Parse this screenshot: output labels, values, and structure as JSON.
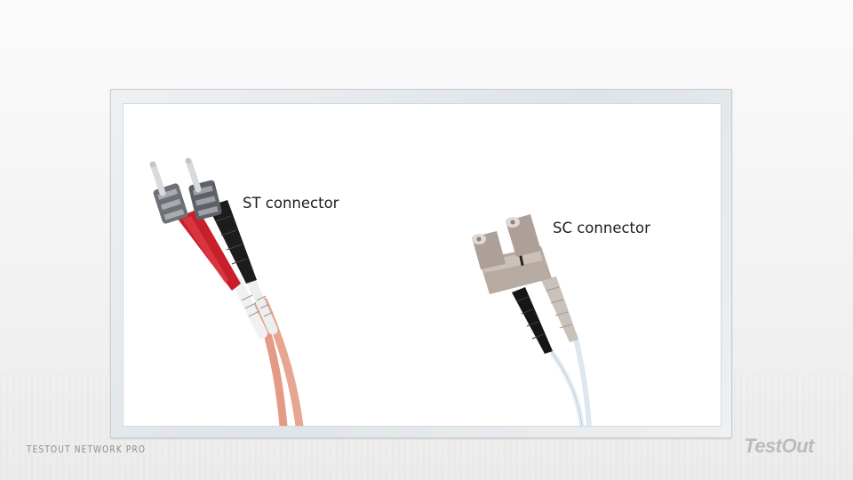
{
  "slide": {
    "footer_text": "TESTOUT NETWORK PRO",
    "brand_logo": "TestOut"
  },
  "figure": {
    "st_label": "ST connector",
    "sc_label": "SC connector"
  },
  "colors": {
    "st_red_boot": "#c8202a",
    "st_black_boot": "#1c1c1c",
    "orange_cable": "#e49a84",
    "sc_body": "#b6aaa1",
    "sc_black_boot": "#161616",
    "white_cable": "#e6eef5"
  }
}
